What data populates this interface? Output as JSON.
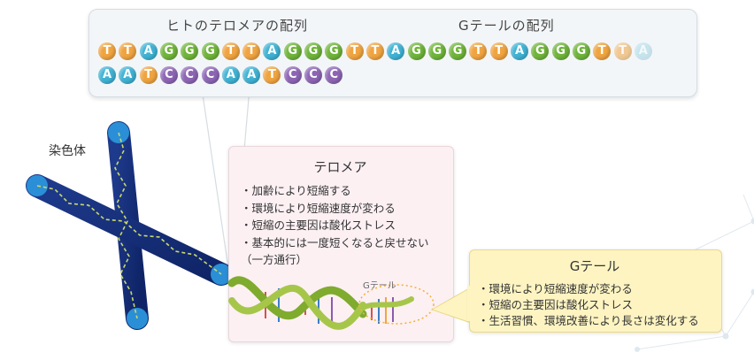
{
  "sequence_panel": {
    "human_telomere_label": "ヒトのテロメアの配列",
    "g_tail_label": "Gテールの配列",
    "top_strand": [
      "T",
      "T",
      "A",
      "G",
      "G",
      "G",
      "T",
      "T",
      "A",
      "G",
      "G",
      "G",
      "T",
      "T",
      "A",
      "G",
      "G",
      "G",
      "T",
      "T",
      "A",
      "G",
      "G",
      "G",
      "T",
      "T",
      "A"
    ],
    "bottom_strand": [
      "A",
      "A",
      "T",
      "C",
      "C",
      "C",
      "A",
      "A",
      "T",
      "C",
      "C",
      "C"
    ]
  },
  "base_colors": {
    "T": "#f0a440",
    "A": "#3fb2d4",
    "G": "#6fb43a",
    "C": "#8d65b5"
  },
  "chromosome": {
    "label": "染色体"
  },
  "telomere_box": {
    "title": "テロメア",
    "bullets": [
      "・加齢により短縮する",
      "・環境により短縮速度が変わる",
      "・短縮の主要因は酸化ストレス",
      "・基本的には一度短くなると戻せない",
      "（一方通行）"
    ]
  },
  "dna": {
    "g_tail_small_label": "Gテール"
  },
  "g_tail_box": {
    "title": "Gテール",
    "bullets": [
      "・環境により短縮速度が変わる",
      "・短縮の主要因は酸化ストレス",
      "・生活習慣、環境改善により長さは変化する"
    ]
  }
}
